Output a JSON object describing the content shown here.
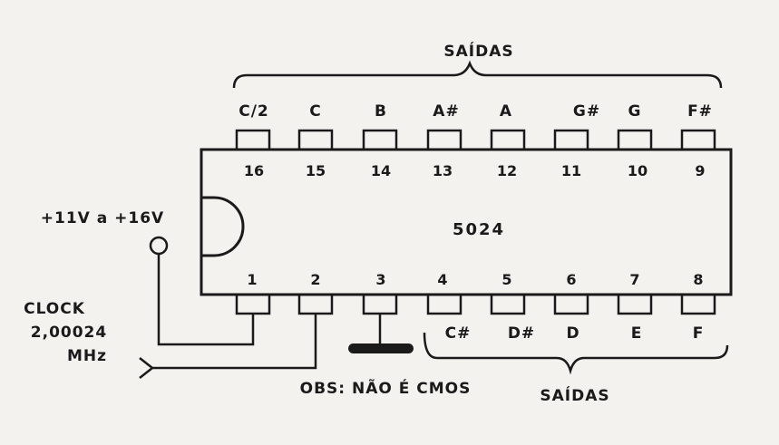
{
  "chip": {
    "part_number": "5024",
    "top_pins": [
      {
        "number": "16",
        "label": "C/2"
      },
      {
        "number": "15",
        "label": "C"
      },
      {
        "number": "14",
        "label": "B"
      },
      {
        "number": "13",
        "label": "A#"
      },
      {
        "number": "12",
        "label": "A"
      },
      {
        "number": "11",
        "label": "G#"
      },
      {
        "number": "10",
        "label": "G"
      },
      {
        "number": "9",
        "label": "F#"
      }
    ],
    "bottom_pins": [
      {
        "number": "1",
        "label": ""
      },
      {
        "number": "2",
        "label": ""
      },
      {
        "number": "3",
        "label": ""
      },
      {
        "number": "4",
        "label": "C#"
      },
      {
        "number": "5",
        "label": "D#"
      },
      {
        "number": "6",
        "label": "D"
      },
      {
        "number": "7",
        "label": "E"
      },
      {
        "number": "8",
        "label": "F"
      }
    ]
  },
  "labels": {
    "outputs_top": "SAÍDAS",
    "outputs_bottom": "SAÍDAS",
    "power": "+11V a +16V",
    "clock_line1": "CLOCK",
    "clock_line2": "2,00024",
    "clock_line3": "MHz",
    "note": "OBS: NÃO É CMOS"
  }
}
